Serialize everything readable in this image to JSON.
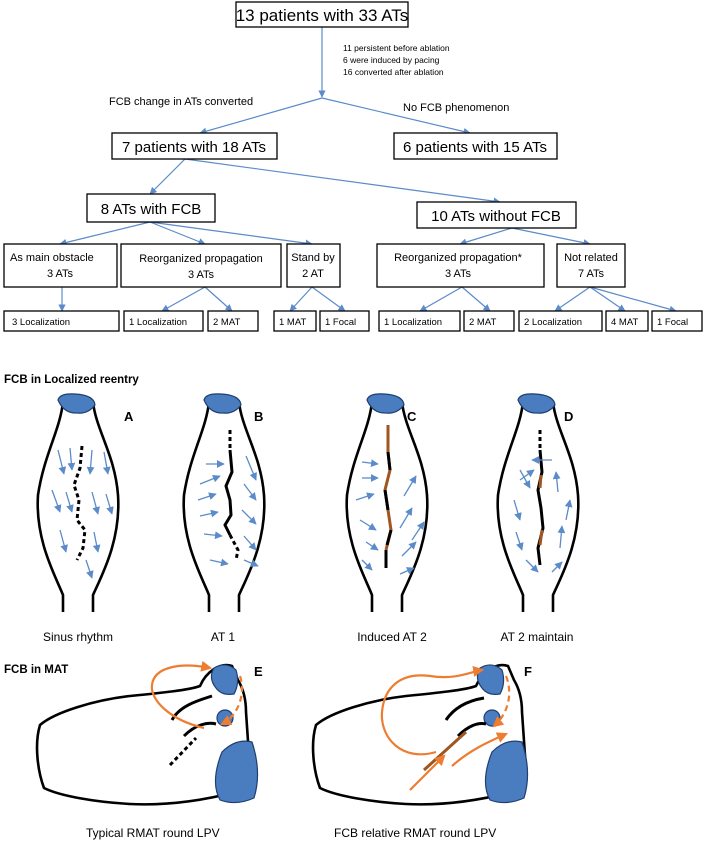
{
  "flowchart": {
    "root": "13 patients with 33 ATs",
    "root_note": [
      "11 persistent before ablation",
      "6 were induced by pacing",
      "16 converted after ablation"
    ],
    "left_branch_label": "FCB change in ATs converted",
    "right_branch_label": "No FCB phenomenon",
    "left_group": "7 patients with 18 ATs",
    "right_group": "6 patients with 15 ATs",
    "with_fcb": "8 ATs with FCB",
    "without_fcb": "10 ATs without FCB",
    "main_obstacle": [
      "As main obstacle",
      "3 ATs"
    ],
    "reorganized": [
      "Reorganized propagation",
      "3 ATs"
    ],
    "standby": [
      "Stand by",
      "2 AT"
    ],
    "reorganized_star": [
      "Reorganized propagation*",
      "3 ATs"
    ],
    "not_related": [
      "Not related",
      "7 ATs"
    ],
    "leaves": {
      "l1": "3  Localization",
      "l2": "1 Localization",
      "l3": "2 MAT",
      "l4": "1 MAT",
      "l5": "1 Focal",
      "l6": "1 Localization",
      "l7": "2 MAT",
      "l8": "2 Localization",
      "l9": "4 MAT",
      "l10": "1 Focal"
    }
  },
  "section_localized": {
    "title": "FCB in Localized reentry",
    "panels": [
      {
        "letter": "A",
        "caption": "Sinus rhythm"
      },
      {
        "letter": "B",
        "caption": "AT 1"
      },
      {
        "letter": "C",
        "caption": "Induced AT 2"
      },
      {
        "letter": "D",
        "caption": "AT 2 maintain"
      }
    ]
  },
  "section_mat": {
    "title": "FCB in  MAT",
    "panels": [
      {
        "letter": "E",
        "caption": "Typical RMAT round LPV"
      },
      {
        "letter": "F",
        "caption": "FCB relative RMAT round LPV"
      }
    ]
  },
  "colors": {
    "arrow_blue": "#5b8bc9",
    "vein_blue": "#4a7cc0",
    "fcb_brown": "#a0561e",
    "mat_orange": "#ed7d31"
  }
}
